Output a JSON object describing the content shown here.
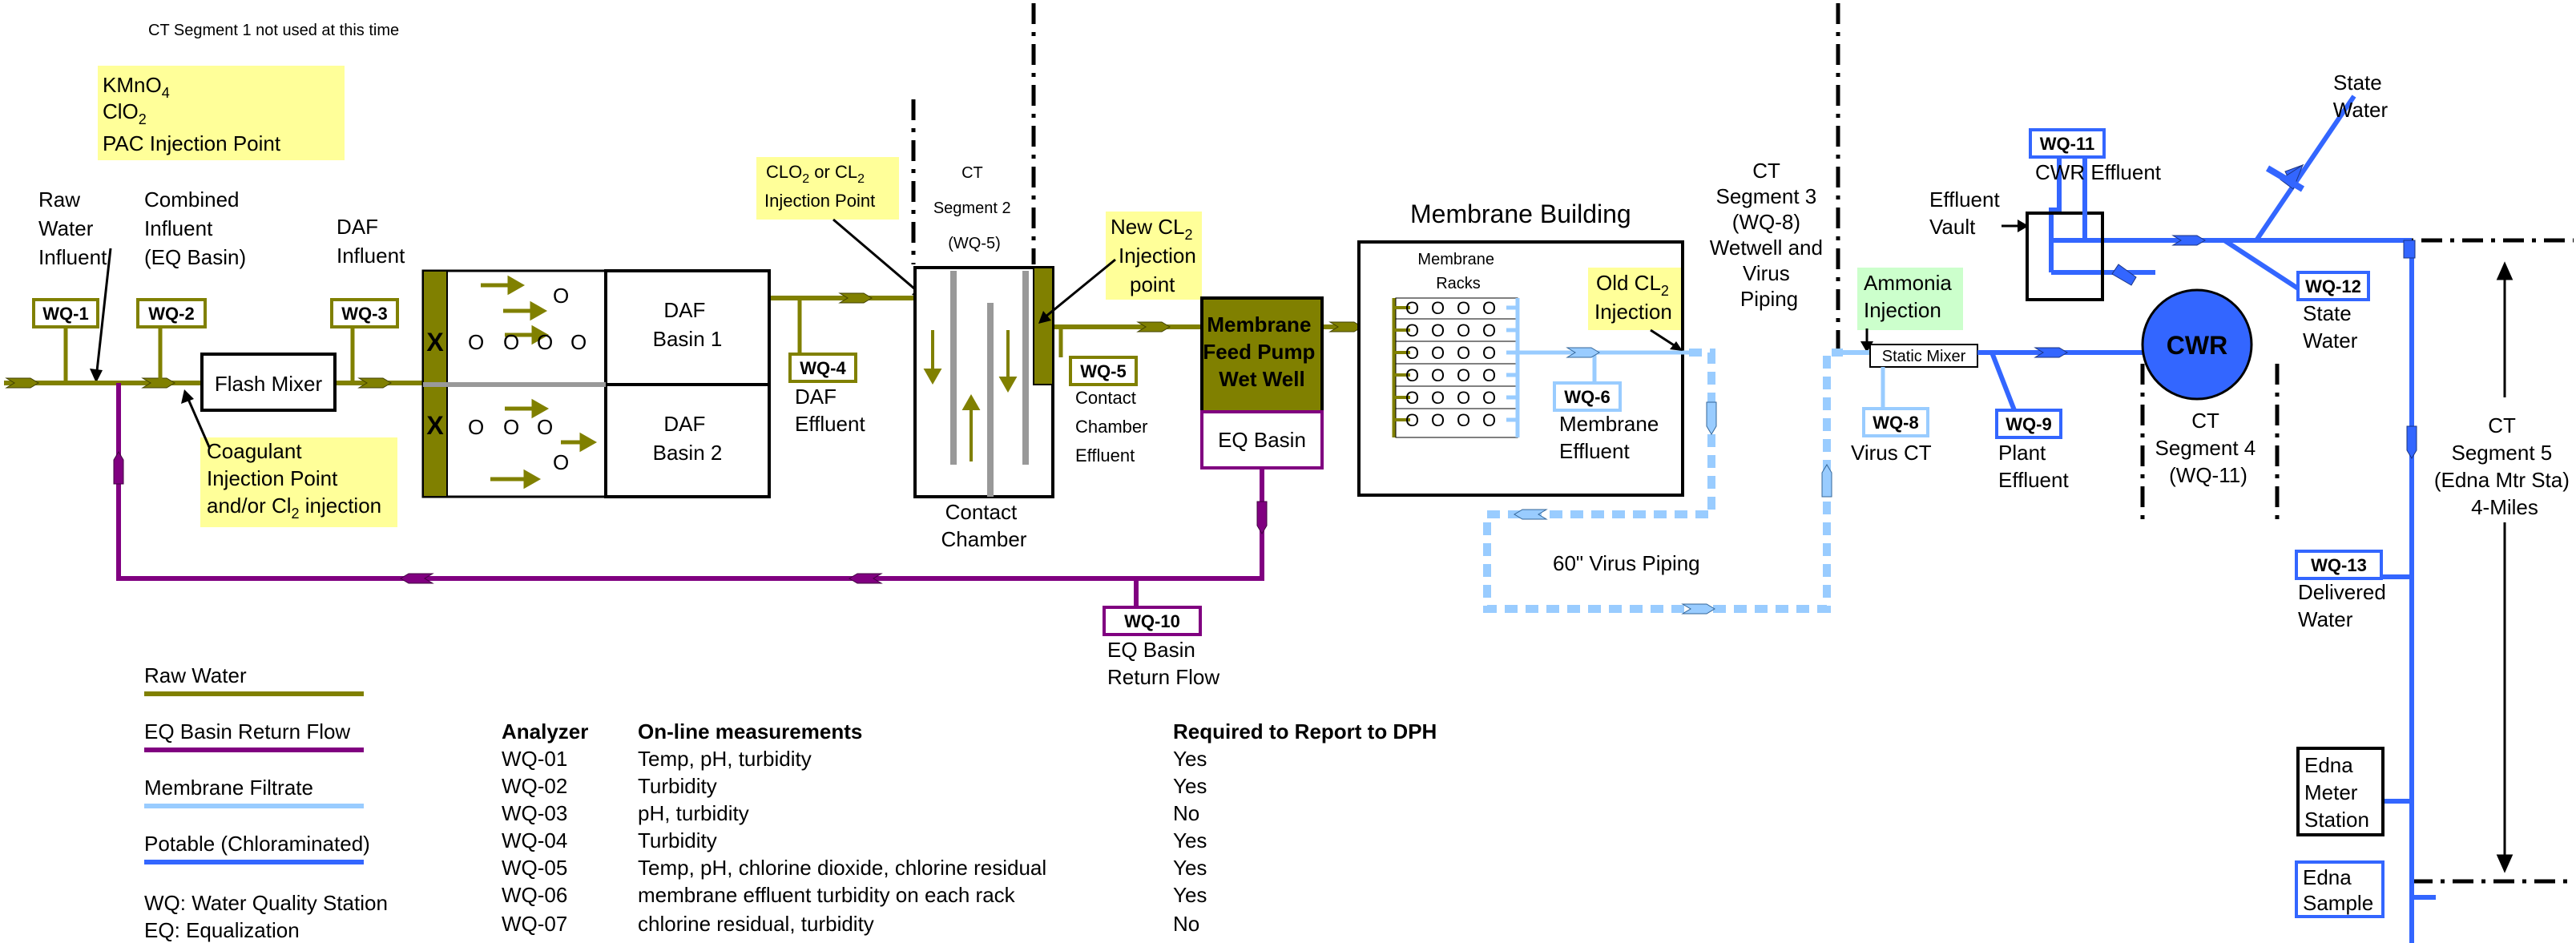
{
  "colors": {
    "raw_water": "#808000",
    "eq_return": "#800080",
    "membrane_filtrate": "#99ccff",
    "potable": "#3366ff",
    "callout_bg": "#ffff99",
    "ammonia_bg": "#ccffcc",
    "grey": "#999999"
  },
  "notes": {
    "ct_segment1": "CT Segment 1 not used at this time"
  },
  "callouts": {
    "kmno4": "KMnO",
    "kmno4_sub": "4",
    "clo2": "ClO",
    "clo2_sub": "2",
    "pac": "PAC Injection Point",
    "coag_1": "Coagulant",
    "coag_2": "Injection Point",
    "coag_3": "and/or Cl",
    "coag_3_sub": "2",
    "coag_3_tail": " injection",
    "clo2_cl2_a": "CLO",
    "clo2_cl2_sub1": "2",
    "clo2_cl2_b": " or  CL",
    "clo2_cl2_sub2": "2",
    "clo2_cl2_line2": "Injection Point",
    "new_cl2_1": "New CL",
    "new_cl2_sub": "2",
    "new_cl2_2": "Injection",
    "new_cl2_3": "point",
    "old_cl2_1": "Old CL",
    "old_cl2_sub": "2",
    "old_cl2_2": "Injection",
    "ammonia_1": "Ammonia",
    "ammonia_2": "Injection"
  },
  "labels": {
    "raw_water_influent": [
      "Raw",
      "Water",
      "Influent"
    ],
    "combined_influent": [
      "Combined",
      "Influent",
      "(EQ Basin)"
    ],
    "daf_influent": [
      "DAF",
      "Influent"
    ],
    "flash_mixer": "Flash Mixer",
    "daf_basin1": [
      "DAF",
      "Basin 1"
    ],
    "daf_basin2": [
      "DAF",
      "Basin 2"
    ],
    "daf_effluent": [
      "DAF",
      "Effluent"
    ],
    "ct_segment2": [
      "CT",
      "Segment 2",
      "(WQ-5)"
    ],
    "contact_chamber": [
      "Contact",
      "Chamber"
    ],
    "contact_chamber_effluent": [
      "Contact",
      "Chamber",
      "Effluent"
    ],
    "membrane_feed": [
      "Membrane",
      "Feed Pump",
      "Wet Well"
    ],
    "eq_basin": "EQ Basin",
    "membrane_building": "Membrane Building",
    "membrane_racks": [
      "Membrane",
      "Racks"
    ],
    "membrane_effluent": [
      "Membrane",
      "Effluent"
    ],
    "virus_piping": "60\" Virus Piping",
    "ct_segment3": [
      "CT",
      "Segment 3",
      "(WQ-8)",
      "Wetwell and",
      "Virus",
      "Piping"
    ],
    "static_mixer": "Static Mixer",
    "virus_ct": "Virus CT",
    "plant_effluent": [
      "Plant",
      "Effluent"
    ],
    "effluent_vault": [
      "Effluent",
      "Vault"
    ],
    "cwr": "CWR",
    "cwr_effluent": "CWR Effluent",
    "state_water_top": [
      "State",
      "Water"
    ],
    "state_water_side": [
      "State",
      "Water"
    ],
    "ct_segment4": [
      "CT",
      "Segment 4",
      "(WQ-11)"
    ],
    "ct_segment5": [
      "CT",
      "Segment 5",
      "(Edna Mtr Sta)",
      "4-Miles"
    ],
    "delivered_water": [
      "Delivered",
      "Water"
    ],
    "edna_meter": [
      "Edna",
      "Meter",
      "Station"
    ],
    "edna_sample": [
      "Edna",
      "Sample"
    ],
    "eq_return_flow": [
      "EQ Basin",
      "Return Flow"
    ],
    "air": "X",
    "bubble": "O"
  },
  "stations": {
    "wq1": "WQ-1",
    "wq2": "WQ-2",
    "wq3": "WQ-3",
    "wq4": "WQ-4",
    "wq5": "WQ-5",
    "wq6": "WQ-6",
    "wq8": "WQ-8",
    "wq9": "WQ-9",
    "wq10": "WQ-10",
    "wq11": "WQ-11",
    "wq12": "WQ-12",
    "wq13": "WQ-13"
  },
  "legend": {
    "raw_water": "Raw Water",
    "eq_return": "EQ Basin Return Flow",
    "membrane_filtrate": "Membrane Filtrate",
    "potable": "Potable (Chloraminated)",
    "wq_def": "WQ: Water Quality Station",
    "eq_def": "EQ: Equalization"
  },
  "table": {
    "headers": [
      "Analyzer",
      "On-line measurements",
      "Required to Report to DPH"
    ],
    "rows": [
      [
        "WQ-01",
        "Temp, pH, turbidity",
        "Yes"
      ],
      [
        "WQ-02",
        "Turbidity",
        "Yes"
      ],
      [
        "WQ-03",
        "pH, turbidity",
        "No"
      ],
      [
        "WQ-04",
        "Turbidity",
        "Yes"
      ],
      [
        "WQ-05",
        "Temp, pH, chlorine dioxide, chlorine residual",
        "Yes"
      ],
      [
        "WQ-06",
        "membrane effluent turbidity on each rack",
        "Yes"
      ],
      [
        "WQ-07",
        "chlorine residual, turbidity",
        "No"
      ]
    ]
  }
}
